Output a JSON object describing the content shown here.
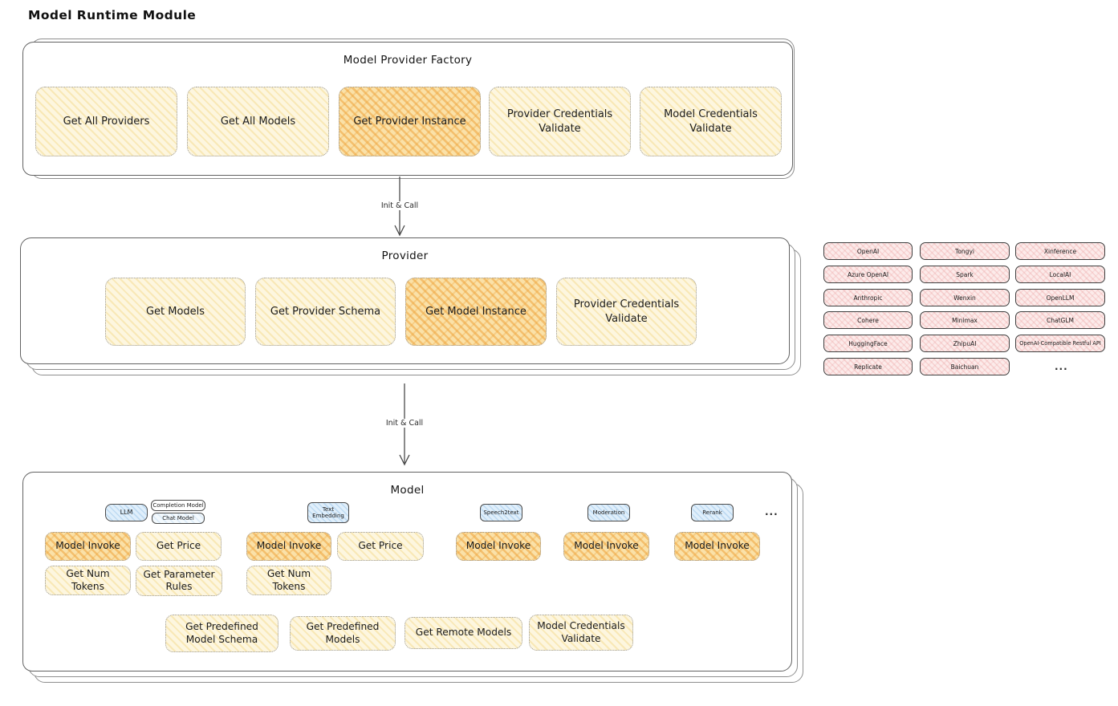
{
  "page": {
    "title": "Model Runtime Module"
  },
  "connections": [
    {
      "label": "Init & Call"
    },
    {
      "label": "Init & Call"
    }
  ],
  "factory": {
    "title": "Model Provider Factory",
    "buttons": [
      {
        "label": "Get All Providers",
        "highlighted": false
      },
      {
        "label": "Get All Models",
        "highlighted": false
      },
      {
        "label": "Get Provider Instance",
        "highlighted": true
      },
      {
        "label": "Provider Credentials Validate",
        "highlighted": false
      },
      {
        "label": "Model Credentials Validate",
        "highlighted": false
      }
    ]
  },
  "provider": {
    "title": "Provider",
    "buttons": [
      {
        "label": "Get Models",
        "highlighted": false
      },
      {
        "label": "Get Provider Schema",
        "highlighted": false
      },
      {
        "label": "Get Model Instance",
        "highlighted": true
      },
      {
        "label": "Provider Credentials Validate",
        "highlighted": false
      }
    ]
  },
  "providers_panel": {
    "items": [
      "OpenAI",
      "Azure OpenAI",
      "Anthropic",
      "Cohere",
      "HuggingFace",
      "Replicate",
      "Tongyi",
      "Spark",
      "Wenxin",
      "Minimax",
      "ZhipuAI",
      "Baichuan",
      "Xinference",
      "LocalAI",
      "OpenLLM",
      "ChatGLM",
      "OpenAI-Compatible Restful API"
    ],
    "more": "..."
  },
  "model": {
    "title": "Model",
    "groups": [
      {
        "tabs": [
          "LLM",
          "Completion Model",
          "Chat Model"
        ],
        "buttons": [
          {
            "label": "Model Invoke",
            "highlighted": true
          },
          {
            "label": "Get Price",
            "highlighted": false
          },
          {
            "label": "Get Num Tokens",
            "highlighted": false
          },
          {
            "label": "Get Parameter Rules",
            "highlighted": false
          }
        ]
      },
      {
        "tabs": [
          "Text Embedding"
        ],
        "buttons": [
          {
            "label": "Model Invoke",
            "highlighted": true
          },
          {
            "label": "Get Price",
            "highlighted": false
          },
          {
            "label": "Get Num Tokens",
            "highlighted": false
          }
        ]
      },
      {
        "tabs": [
          "Speech2text"
        ],
        "buttons": [
          {
            "label": "Model Invoke",
            "highlighted": true
          }
        ]
      },
      {
        "tabs": [
          "Moderation"
        ],
        "buttons": [
          {
            "label": "Model Invoke",
            "highlighted": true
          }
        ]
      },
      {
        "tabs": [
          "Rerank"
        ],
        "buttons": [
          {
            "label": "Model Invoke",
            "highlighted": true
          }
        ]
      }
    ],
    "more_tabs": "...",
    "bottom_buttons": [
      {
        "label": "Get Predefined Model Schema"
      },
      {
        "label": "Get Predefined Models"
      },
      {
        "label": "Get Remote Models"
      },
      {
        "label": "Model Credentials Validate"
      }
    ]
  },
  "colors": {
    "node_yellow": "#fdf6df",
    "node_highlight_orange": "#fae1a8",
    "provider_chip_pink": "#fcebea",
    "model_type_blue": "#e0effb",
    "border_dark": "#4a4a4a"
  }
}
